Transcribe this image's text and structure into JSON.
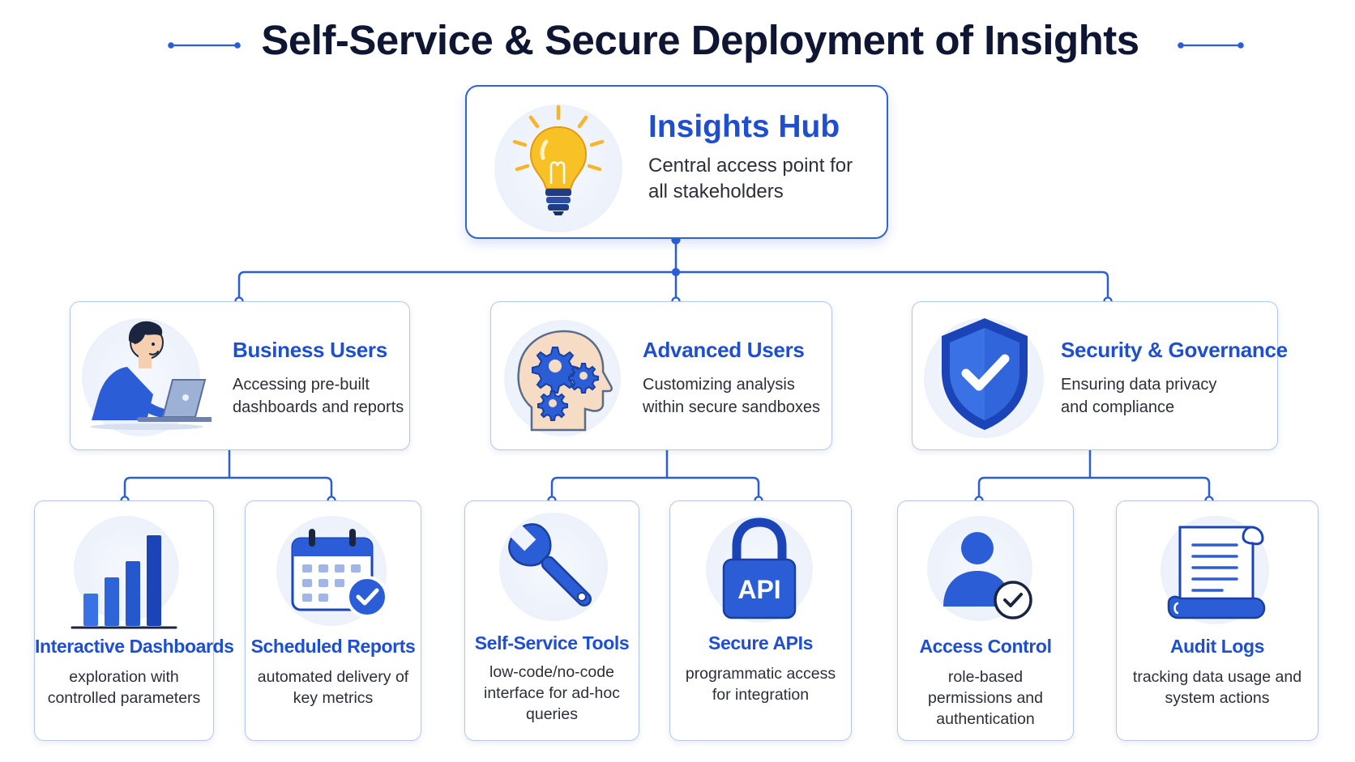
{
  "title": "Self-Service & Secure Deployment of Insights",
  "colors": {
    "accent": "#1e4fd0",
    "connector": "#2b5ed6",
    "card_border": "#b5c7e8",
    "title": "#0f1633",
    "bulb": "#f7b52b"
  },
  "hub": {
    "title": "Insights Hub",
    "description": "Central access point for all stakeholders",
    "icon": "lightbulb-icon"
  },
  "groups": [
    {
      "title": "Business Users",
      "description": "Accessing pre-built dashboards and reports",
      "icon": "user-laptop-icon",
      "children": [
        {
          "title": "Interactive Dashboards",
          "description": "exploration with controlled parameters",
          "icon": "bar-chart-icon"
        },
        {
          "title": "Scheduled Reports",
          "description": "automated delivery of key metrics",
          "icon": "calendar-check-icon"
        }
      ]
    },
    {
      "title": "Advanced Users",
      "description": "Customizing analysis within secure sandboxes",
      "icon": "head-gears-icon",
      "children": [
        {
          "title": "Self-Service Tools",
          "description": "low-code/no-code interface for ad-hoc queries",
          "icon": "wrench-icon"
        },
        {
          "title": "Secure APIs",
          "description": "programmatic access for integration",
          "icon": "api-lock-icon",
          "icon_label": "API"
        }
      ]
    },
    {
      "title": "Security & Governance",
      "description": "Ensuring data privacy and compliance",
      "icon": "shield-check-icon",
      "children": [
        {
          "title": "Access Control",
          "description": "role-based permissions and authentication",
          "icon": "user-check-icon"
        },
        {
          "title": "Audit Logs",
          "description": "tracking data usage and system actions",
          "icon": "scroll-document-icon"
        }
      ]
    }
  ]
}
